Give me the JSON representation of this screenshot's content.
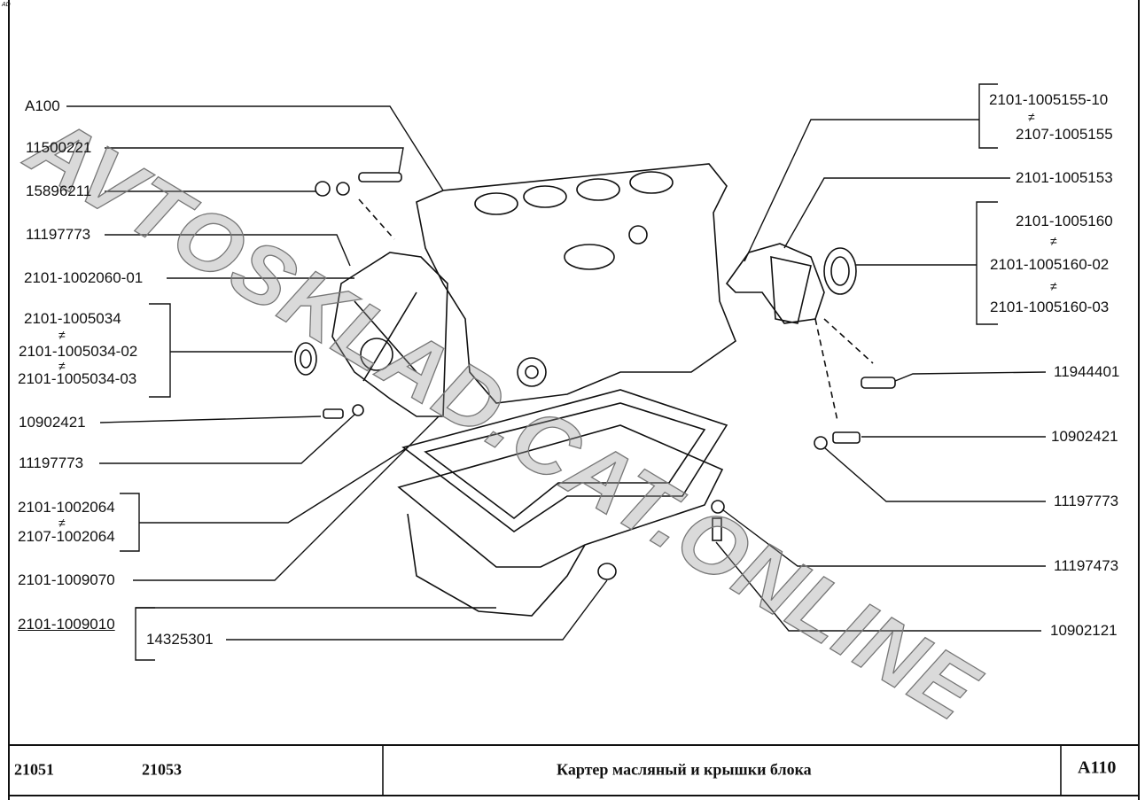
{
  "corner_mark": "AD",
  "watermark": "AVTOSKLAD.CAT.ONLINE",
  "labels_left": {
    "a100": "A100",
    "p11500221": "11500221",
    "p15896211": "15896211",
    "p11197773_a": "11197773",
    "p2101_1002060_01": "2101-1002060-01",
    "seal_group": [
      "2101-1005034",
      "2101-1005034-02",
      "2101-1005034-03"
    ],
    "p10902421_a": "10902421",
    "p11197773_b": "11197773",
    "gasket_group": [
      "2101-1002064",
      "2107-1002064"
    ],
    "p2101_1009070": "2101-1009070",
    "p2101_1009010": "2101-1009010",
    "p14325301": "14325301"
  },
  "labels_right": {
    "cover_group": [
      "2101-1005155-10",
      "2107-1005155"
    ],
    "p2101_1005153": "2101-1005153",
    "rear_seal_group": [
      "2101-1005160",
      "2101-1005160-02",
      "2101-1005160-03"
    ],
    "p11944401": "11944401",
    "p10902421_b": "10902421",
    "p11197773_c": "11197773",
    "p11197473": "11197473",
    "p10902121": "10902121"
  },
  "not_equal": "≠",
  "title_block": {
    "model_1": "21051",
    "model_2": "21053",
    "title": "Картер масляный и крышки блока",
    "code": "A110"
  }
}
